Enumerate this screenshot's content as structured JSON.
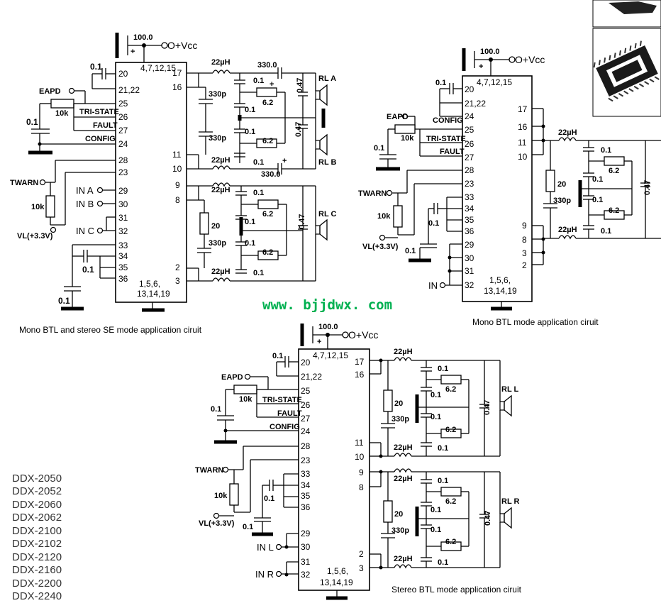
{
  "website": "www. bjjdwx. com",
  "captions": {
    "left": "Mono BTL and stereo SE mode application ciruit",
    "right": "Mono BTL mode application ciruit",
    "bottom": "Stereo BTL mode application ciruit"
  },
  "part_numbers": [
    "DDX-2050",
    "DDX-2052",
    "DDX-2060",
    "DDX-2062",
    "DDX-2100",
    "DDX-2102",
    "DDX-2120",
    "DDX-2160",
    "DDX-2200",
    "DDX-2240"
  ],
  "labels": {
    "vcc": "O+Vcc",
    "cap100": "100.0",
    "plus": "+",
    "vcc_pins": "4,7,12,15",
    "gnd_pins_a": "1,5,6,",
    "gnd_pins_b": "13,14,19",
    "eapd": "EAPD",
    "tristate": "TRI-STATE",
    "fault": "FAULT",
    "config": "CONFIG",
    "twarn": "TWARN",
    "vl": "VL(+3.3V)",
    "r10k": "10k",
    "c01": "0.1",
    "c047": "0.47",
    "c330p": "330p",
    "l22": "22µH",
    "r62": "6.2",
    "r20": "20",
    "c330": "330.0",
    "in_a": "IN A",
    "in_b": "IN B",
    "in_c": "IN C",
    "in": "IN",
    "in_l": "IN L",
    "in_r": "IN R",
    "rl_a": "RL A",
    "rl_b": "RL B",
    "rl_c": "RL C",
    "rl_l": "RL L",
    "rl_r": "RL R"
  },
  "pins": {
    "p20": "20",
    "p2122": "21,22",
    "p25": "25",
    "p26": "26",
    "p27": "27",
    "p24": "24",
    "p28": "28",
    "p23": "23",
    "p29": "29",
    "p30": "30",
    "p31": "31",
    "p32": "32",
    "p33": "33",
    "p34": "34",
    "p35": "35",
    "p36": "36",
    "p17": "17",
    "p16": "16",
    "p11": "11",
    "p10": "10",
    "p9": "9",
    "p8": "8",
    "p2": "2",
    "p3": "3"
  }
}
